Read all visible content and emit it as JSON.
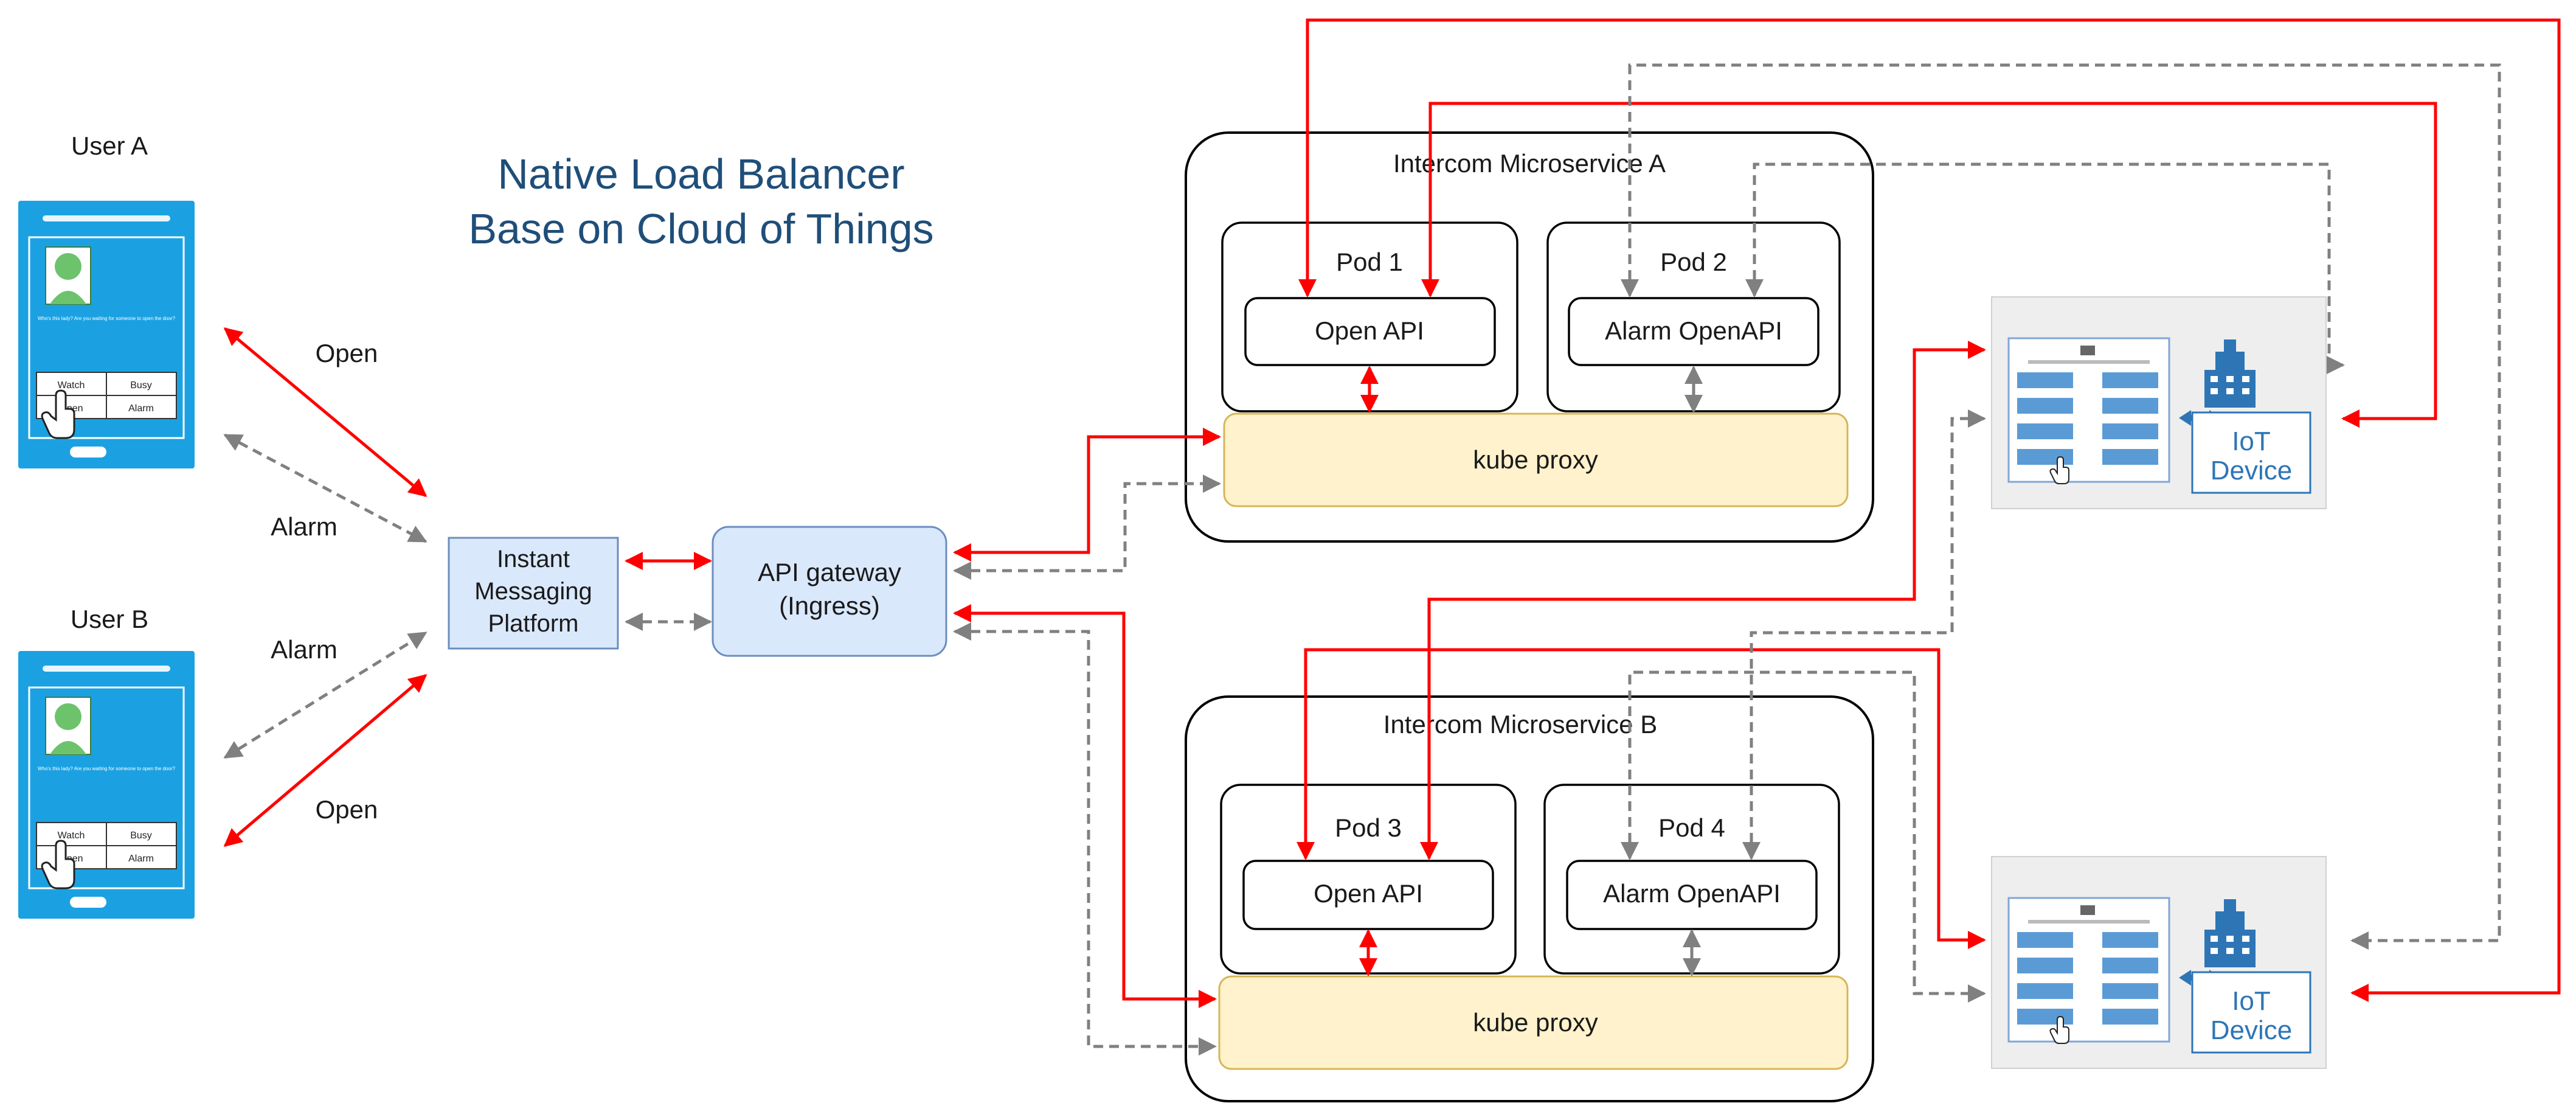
{
  "title": {
    "line1": "Native Load Balancer",
    "line2": "Base on Cloud of Things"
  },
  "users": [
    {
      "name": "User A",
      "phone": {
        "message": "Who's this lady? Are you waiting for someone to open the door?",
        "buttons": [
          "Watch",
          "Busy",
          "Open",
          "Alarm"
        ]
      }
    },
    {
      "name": "User B",
      "phone": {
        "message": "Who's this lady? Are you waiting for someone to open the door?",
        "buttons": [
          "Watch",
          "Busy",
          "Open",
          "Alarm"
        ]
      }
    }
  ],
  "edges": {
    "open_a": "Open",
    "alarm_a": "Alarm",
    "alarm_b": "Alarm",
    "open_b": "Open"
  },
  "im_platform": {
    "lines": [
      "Instant",
      "Messaging",
      "Platform"
    ]
  },
  "api_gateway": {
    "lines": [
      "API gateway",
      "(Ingress)"
    ]
  },
  "microservices": [
    {
      "name": "Intercom Microservice A",
      "kube_proxy": "kube proxy",
      "pods": [
        {
          "name": "Pod 1",
          "api": "Open API"
        },
        {
          "name": "Pod 2",
          "api": "Alarm OpenAPI"
        }
      ]
    },
    {
      "name": "Intercom Microservice B",
      "kube_proxy": "kube proxy",
      "pods": [
        {
          "name": "Pod 3",
          "api": "Open API"
        },
        {
          "name": "Pod 4",
          "api": "Alarm OpenAPI"
        }
      ]
    }
  ],
  "iot_devices": [
    {
      "label_line1": "IoT",
      "label_line2": "Device"
    },
    {
      "label_line1": "IoT",
      "label_line2": "Device"
    }
  ],
  "colors": {
    "open_flow": "#ff0000",
    "alarm_flow": "#808080",
    "kube_proxy_fill": "#fff2cc",
    "node_fill": "#dae8fc",
    "phone": "#1ba1e2",
    "title": "#1f4e79",
    "iot_label": "#2e75b6"
  },
  "icons": [
    "smartphone-icon",
    "building-icon",
    "double-arrow-icon",
    "hand-cursor-icon"
  ]
}
